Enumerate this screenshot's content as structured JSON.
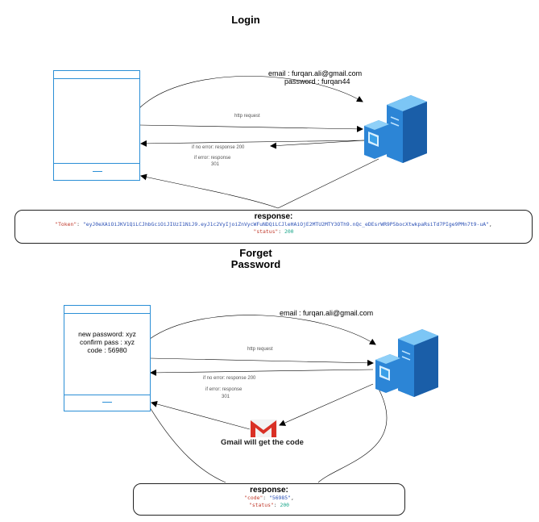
{
  "login": {
    "title": "Login",
    "credentials": {
      "email": "email : furqan.ali@gmail.com",
      "password": "password : furqan44"
    },
    "http_request": "http request",
    "no_error": "if no error: response 200",
    "error_line1": "if error: response",
    "error_line2": "301",
    "response": {
      "heading": "response:",
      "token_key": "\"Token\"",
      "token_value": "\"eyJ0eXAiOiJKV1QiLCJhbGciOiJIUzI1NiJ9.eyJ1c2VyIjoiZnVycWFuNDQiLCJleHAiOjE2MTU2MTY3OTh9.nQc_eDEsrWR9P5bocXtwkpaRsiTd7PIge9PMn7t9-uA\"",
      "status_key": "\"status\"",
      "status_value": "200"
    }
  },
  "forget": {
    "title_line1": "Forget",
    "title_line2": "Password",
    "email": "email : furqan.ali@gmail.com",
    "phone_lines": [
      "new password: xyz",
      "confirm pass : xyz",
      "code : 56980"
    ],
    "http_request": "http request",
    "no_error": "if no error: response 200",
    "error_line1": "if error: response",
    "error_line2": "301",
    "gmail_label": "Gmail will get the code",
    "response": {
      "heading": "response:",
      "code_key": "\"code\"",
      "code_value": "\"56985\"",
      "status_key": "\"status\"",
      "status_value": "200"
    }
  },
  "colors": {
    "phone": "#2b8fd6",
    "server_light": "#3aa0e8",
    "server_dark": "#1f6fc0",
    "gmail_red": "#d93025"
  },
  "icons": [
    "mobile-device-icon",
    "server-icon",
    "gmail-icon"
  ]
}
